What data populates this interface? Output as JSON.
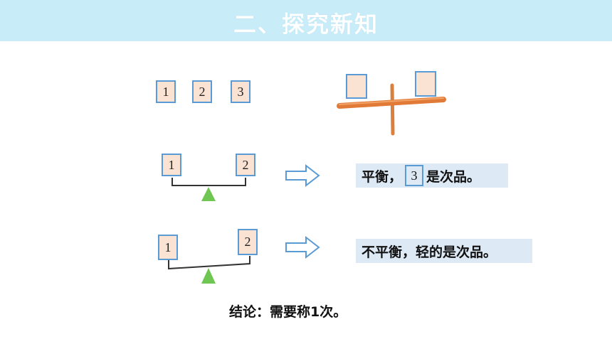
{
  "header": {
    "title": "二、探究新知"
  },
  "items": [
    "1",
    "2",
    "3"
  ],
  "scale1": {
    "left": "1",
    "right": "2"
  },
  "scale2": {
    "left": "1",
    "right": "2"
  },
  "result1": {
    "prefix": "平衡，",
    "box": "3",
    "suffix": "是次品。"
  },
  "result2": {
    "text": "不平衡，轻的是次品。"
  },
  "conclusion": "结论：需要称1次。",
  "colors": {
    "header_bg": "#c9ecf9",
    "box_fill": "#fbe3d4",
    "box_border": "#5b9bd5",
    "note_bg": "#dde9f5",
    "triangle": "#70c653",
    "beam": "#e07a36"
  }
}
